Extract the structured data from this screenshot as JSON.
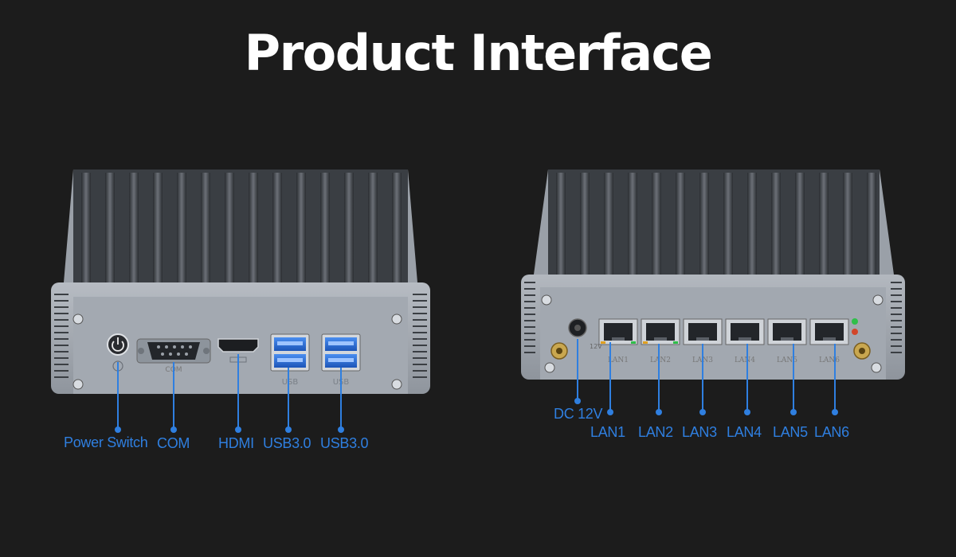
{
  "title": "Product Interface",
  "left_device": {
    "port_prints": {
      "com": "COM",
      "usb_a": "USB",
      "usb_b": "USB"
    },
    "labels": {
      "power_switch": "Power Switch",
      "com": "COM",
      "hdmi": "HDMI",
      "usb1": "USB3.0",
      "usb2": "USB3.0"
    }
  },
  "right_device": {
    "port_prints": {
      "dc": "12V",
      "lan1": "LAN1",
      "lan2": "LAN2",
      "lan3": "LAN3",
      "lan4": "LAN4",
      "lan5": "LAN5",
      "lan6": "LAN6"
    },
    "labels": {
      "dc": "DC 12V",
      "lan1": "LAN1",
      "lan2": "LAN2",
      "lan3": "LAN3",
      "lan4": "LAN4",
      "lan5": "LAN5",
      "lan6": "LAN6"
    }
  },
  "colors": {
    "background": "#1c1c1c",
    "label_blue": "#2f7fe0",
    "chassis_silver": "#a9aeb6",
    "usb_blue": "#2d6fd6"
  }
}
